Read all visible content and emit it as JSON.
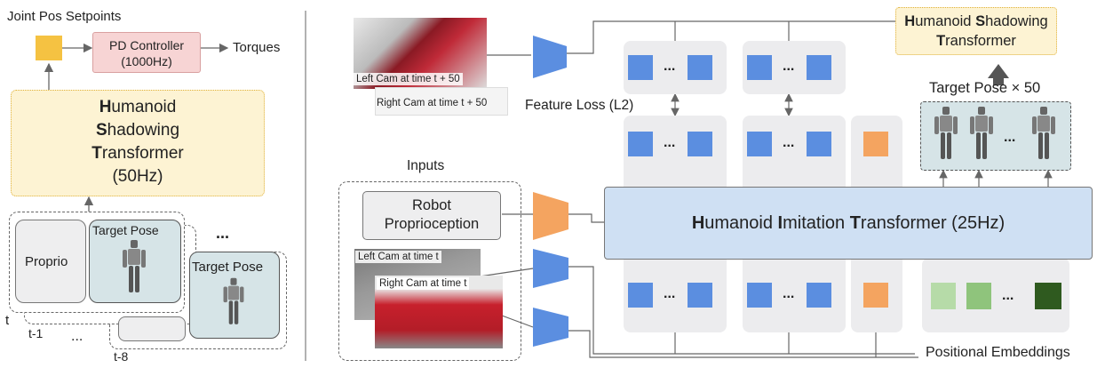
{
  "left": {
    "joint_pos_label": "Joint Pos Setpoints",
    "pd_controller": "PD Controller",
    "pd_rate": "(1000Hz)",
    "torques": "Torques",
    "hst_line1_cap": "H",
    "hst_line1_rest": "umanoid",
    "hst_line2_cap": "S",
    "hst_line2_rest": "hadowing",
    "hst_line3_cap": "T",
    "hst_line3_rest": "ransformer",
    "hst_rate": "(50Hz)",
    "proprio": "Proprio",
    "target_pose": "Target Pose",
    "target_pose_back": "Target Pose",
    "ellipsis_top": "...",
    "ellipsis_bottom": "...",
    "time_t": "t",
    "time_t1": "t-1",
    "time_t8": "t-8"
  },
  "right": {
    "left_cam_future": "Left Cam at time t + 50",
    "right_cam_future": "Right Cam at time t + 50",
    "feature_loss": "Feature Loss (L2)",
    "inputs": "Inputs",
    "robot": "Robot",
    "proprioception": "Proprioception",
    "left_cam_now": "Left Cam at time t",
    "right_cam_now": "Right Cam at time t",
    "hit_cap1": "H",
    "hit_rest1": "umanoid ",
    "hit_cap2": "I",
    "hit_rest2": "mitation ",
    "hit_cap3": "T",
    "hit_rest3": "ransformer (25Hz)",
    "top_hst_cap1": "H",
    "top_hst_rest1": "umanoid ",
    "top_hst_cap2": "S",
    "top_hst_rest2": "hadowing",
    "top_hst_cap3": "T",
    "top_hst_rest3": "ransformer",
    "target_pose_x50": "Target Pose × 50",
    "positional_embeddings": "Positional Embeddings",
    "dots": "..."
  },
  "colors": {
    "blue_token": "#5b8ee0",
    "orange_token": "#f4a460",
    "yellow_box": "#fdf3d3",
    "pink_box": "#f7d4d4",
    "hit_box": "#cfe0f3",
    "gray_column": "#ececee",
    "pos_emb_1": "#b6dba8",
    "pos_emb_2": "#8fc47c",
    "pos_emb_3": "#2f5a1f"
  }
}
